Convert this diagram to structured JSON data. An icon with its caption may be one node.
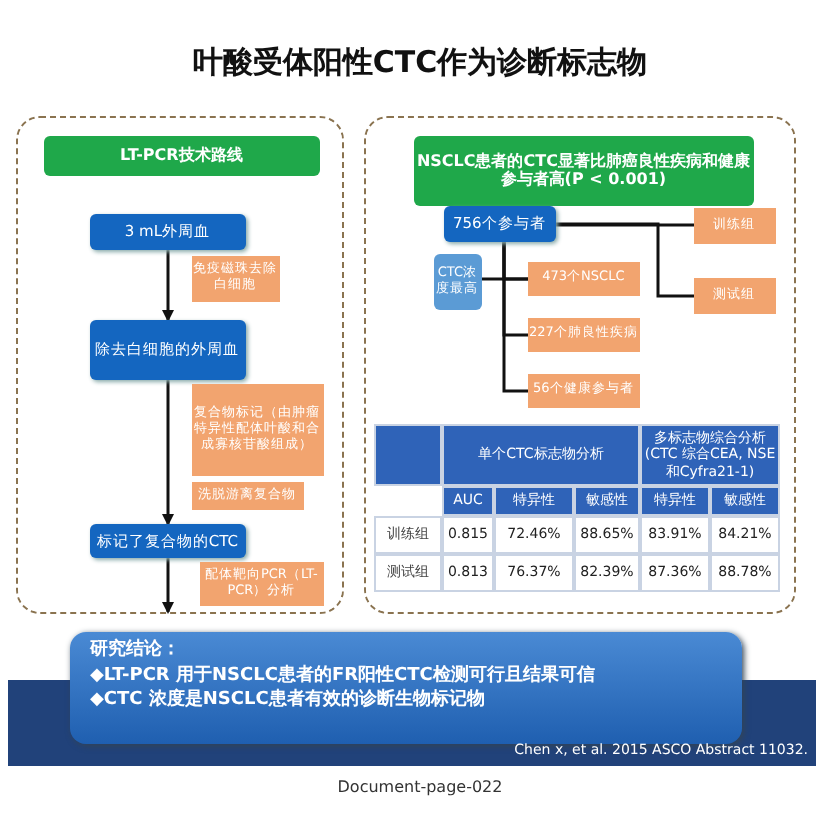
{
  "diagram": {
    "title": "叶酸受体阳性CTC作为诊断标志物",
    "caption": "Document-page-022",
    "nodes": [
      {
        "text": [],
        "shape": "box"
      },
      {
        "text": [
          "LT-PCR技术路线"
        ],
        "in": 0
      },
      {
        "text": [
          "3 mL外周血"
        ],
        "in": 0
      },
      {
        "text": [
          "免疫磁珠去除白细胞"
        ],
        "in": 0
      },
      {
        "text": [
          "除去白细胞的外周血"
        ],
        "in": 0
      },
      {
        "text": [
          "复合物标记（由肿瘤特异性配体叶酸和合成寡核苷酸组成）"
        ],
        "in": 0
      },
      {
        "text": [
          "洗脱游离复合物"
        ],
        "in": 0
      },
      {
        "text": [
          "标记了复合物的CTC"
        ],
        "in": 0
      },
      {
        "text": [
          "配体靶向PCR（LT-PCR）分析"
        ],
        "in": 0
      },
      {
        "text": [],
        "shape": "box"
      },
      {
        "text": [
          "NSCLC患者的CTC显著比肺癌良性疾病和健康参与者高(P < 0.001)"
        ],
        "in": 9
      },
      {
        "text": [
          "756个参与者"
        ],
        "in": 9
      },
      {
        "text": [
          "CTC浓度最高"
        ],
        "in": 9
      },
      {
        "text": [
          "473个NSCLC"
        ],
        "in": 9
      },
      {
        "text": [
          "227个肺良性疾病"
        ],
        "in": 9
      },
      {
        "text": [
          "56个健康参与者"
        ],
        "in": 9
      },
      {
        "text": [
          "训练组"
        ],
        "in": 9
      },
      {
        "text": [
          "测试组"
        ],
        "in": 9
      },
      {
        "text": [
          "研究结论：",
          "◆LT-PCR 用于NSCLC患者的FR阳性CTC检测可行且结果可信",
          "◆CTC 浓度是NSCLC患者有效的诊断生物标记物"
        ]
      }
    ],
    "edges": [
      {
        "from": 2,
        "to": 4,
        "arrow": "to"
      },
      {
        "from": 4,
        "to": 7,
        "arrow": "to"
      },
      {
        "from": 7,
        "to": 0,
        "arrow": "to"
      },
      {
        "from": 11,
        "to": 13,
        "arrow": "none"
      },
      {
        "from": 11,
        "to": 14,
        "arrow": "none"
      },
      {
        "from": 11,
        "to": 15,
        "arrow": "none"
      },
      {
        "from": 12,
        "to": 13,
        "arrow": "none"
      },
      {
        "from": 11,
        "to": 16,
        "arrow": "none"
      },
      {
        "from": 11,
        "to": 17,
        "arrow": "none"
      }
    ],
    "labels": [
      "单个CTC标志物分析",
      "多标志物综合分析 (CTC 综合CEA, NSE和Cyfra21-1)",
      "AUC",
      "特异性",
      "敏感性",
      "特异性",
      "敏感性",
      "训练组",
      "0.815",
      "72.46%",
      "88.65%",
      "83.91%",
      "84.21%",
      "测试组",
      "0.813",
      "76.37%",
      "82.39%",
      "87.36%",
      "88.78%",
      "Chen x, et al. 2015 ASCO Abstract 11032."
    ]
  }
}
